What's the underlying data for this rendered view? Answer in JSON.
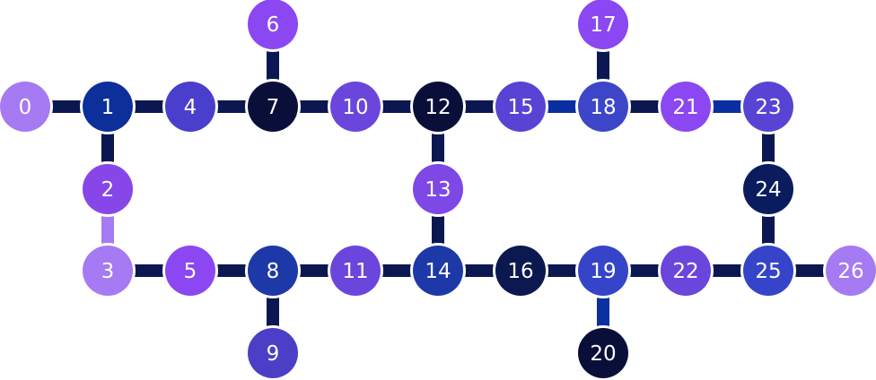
{
  "qubits": [
    {
      "label": "0",
      "color": "#a57af3"
    },
    {
      "label": "1",
      "color": "#0c2f9a"
    },
    {
      "label": "2",
      "color": "#8747e8"
    },
    {
      "label": "3",
      "color": "#a57af3"
    },
    {
      "label": "4",
      "color": "#4a3fcc"
    },
    {
      "label": "5",
      "color": "#8b47f2"
    },
    {
      "label": "6",
      "color": "#8b47f2"
    },
    {
      "label": "7",
      "color": "#0a0f3a"
    },
    {
      "label": "8",
      "color": "#1d39a8"
    },
    {
      "label": "9",
      "color": "#4a3fc6"
    },
    {
      "label": "10",
      "color": "#6a46dc"
    },
    {
      "label": "11",
      "color": "#6a46dc"
    },
    {
      "label": "12",
      "color": "#0a0f3a"
    },
    {
      "label": "13",
      "color": "#7d48e6"
    },
    {
      "label": "14",
      "color": "#1d39a8"
    },
    {
      "label": "15",
      "color": "#5744d4"
    },
    {
      "label": "16",
      "color": "#0b1950"
    },
    {
      "label": "17",
      "color": "#8b47f2"
    },
    {
      "label": "18",
      "color": "#3d45c8"
    },
    {
      "label": "19",
      "color": "#3544c8"
    },
    {
      "label": "20",
      "color": "#0a0f3a"
    },
    {
      "label": "21",
      "color": "#8b47f2"
    },
    {
      "label": "22",
      "color": "#6a46dc"
    },
    {
      "label": "23",
      "color": "#5744d4"
    },
    {
      "label": "24",
      "color": "#0b1c5e"
    },
    {
      "label": "25",
      "color": "#3544c8"
    },
    {
      "label": "26",
      "color": "#a57af3"
    }
  ],
  "couplers": [
    {
      "a": 0,
      "b": 1,
      "color": "#0b1750"
    },
    {
      "a": 1,
      "b": 4,
      "color": "#0b1750"
    },
    {
      "a": 4,
      "b": 7,
      "color": "#0b1750"
    },
    {
      "a": 7,
      "b": 10,
      "color": "#0b1750"
    },
    {
      "a": 10,
      "b": 12,
      "color": "#0b1750"
    },
    {
      "a": 12,
      "b": 15,
      "color": "#0b1750"
    },
    {
      "a": 15,
      "b": 18,
      "color": "#0a2fa0"
    },
    {
      "a": 18,
      "b": 21,
      "color": "#0b1750"
    },
    {
      "a": 21,
      "b": 23,
      "color": "#0a2fa0"
    },
    {
      "a": 6,
      "b": 7,
      "color": "#0b1750"
    },
    {
      "a": 17,
      "b": 18,
      "color": "#0b1750"
    },
    {
      "a": 1,
      "b": 2,
      "color": "#0b1750"
    },
    {
      "a": 2,
      "b": 3,
      "color": "#a57af3"
    },
    {
      "a": 12,
      "b": 13,
      "color": "#0b1750"
    },
    {
      "a": 13,
      "b": 14,
      "color": "#0b1750"
    },
    {
      "a": 23,
      "b": 24,
      "color": "#0b1750"
    },
    {
      "a": 24,
      "b": 25,
      "color": "#0b1750"
    },
    {
      "a": 3,
      "b": 5,
      "color": "#0b1750"
    },
    {
      "a": 5,
      "b": 8,
      "color": "#0b1750"
    },
    {
      "a": 8,
      "b": 11,
      "color": "#0b1750"
    },
    {
      "a": 11,
      "b": 14,
      "color": "#0b1750"
    },
    {
      "a": 14,
      "b": 16,
      "color": "#0b1750"
    },
    {
      "a": 16,
      "b": 19,
      "color": "#0b1750"
    },
    {
      "a": 19,
      "b": 22,
      "color": "#0b1750"
    },
    {
      "a": 22,
      "b": 25,
      "color": "#0b1750"
    },
    {
      "a": 25,
      "b": 26,
      "color": "#0b1750"
    },
    {
      "a": 8,
      "b": 9,
      "color": "#0b1750"
    },
    {
      "a": 19,
      "b": 20,
      "color": "#0a2fa0"
    }
  ]
}
